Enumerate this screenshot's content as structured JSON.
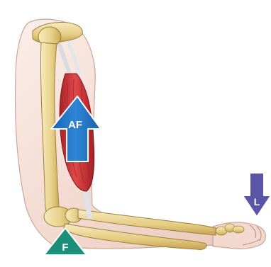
{
  "labels": {
    "effort": "AF",
    "fulcrum": "F",
    "load": "L"
  },
  "colors": {
    "background": "#ffffff",
    "skin": "#f6e3dc",
    "skin_outline": "#c9a79a",
    "bone": "#ecd9a0",
    "bone_shade": "#c9a95e",
    "bone_outline": "#9c8040",
    "muscle": "#d23a3a",
    "muscle_dark": "#9e1f22",
    "tendon": "#dfe3e8",
    "effort_arrow": "#1f6fc0",
    "fulcrum_triangle": "#1c8f7a",
    "load_arrow": "#5a55a8"
  },
  "icons": {
    "effort": "up-arrow-icon",
    "fulcrum": "triangle-icon",
    "load": "down-arrow-icon"
  }
}
